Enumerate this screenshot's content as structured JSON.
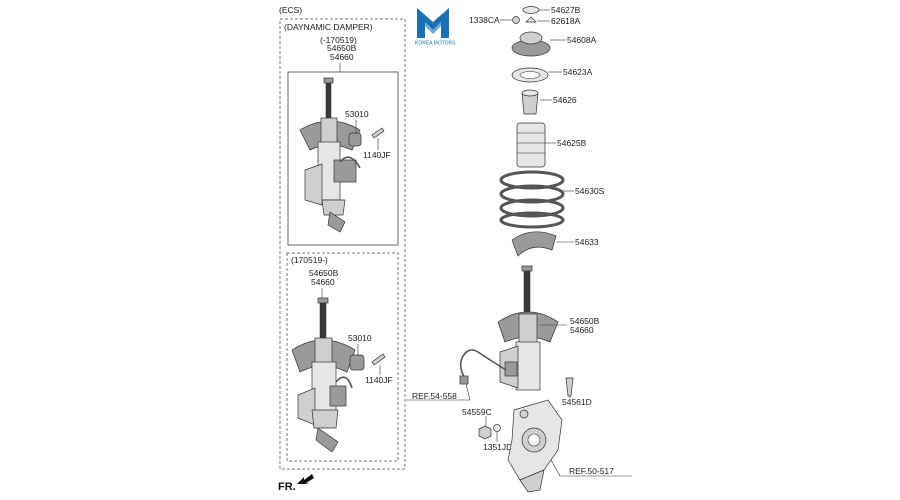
{
  "header": {
    "title": "(ECS)"
  },
  "logo": {
    "text": "KOREA MOTORS",
    "color": "#1c6fb5"
  },
  "assembly_a": {
    "title": "(DAYNAMIC DAMPER)",
    "date_range": "(-170519)",
    "part_numbers": [
      "54650B",
      "54660"
    ],
    "callouts": {
      "weight": "53010",
      "bolt": "1140JF"
    }
  },
  "assembly_b": {
    "date_range": "(170519-)",
    "part_numbers": [
      "54650B",
      "54660"
    ],
    "callouts": {
      "weight": "53010",
      "bolt": "1140JF"
    }
  },
  "exploded": {
    "labels": {
      "p54627b": "54627B",
      "p1338ca": "1338CA",
      "p62618a": "62618A",
      "p54608a": "54608A",
      "p54623a": "54623A",
      "p54626": "54626",
      "p54625b": "54625B",
      "p54630s": "54630S",
      "p54633": "54633",
      "p54650b": "54650B",
      "p54660": "54660",
      "p54561d": "54561D",
      "p54559c": "54559C",
      "p1351jd": "1351JD",
      "ref_sensor": "REF.54-558",
      "ref_knuckle": "REF.50-517"
    }
  },
  "orientation": {
    "label": "FR."
  }
}
